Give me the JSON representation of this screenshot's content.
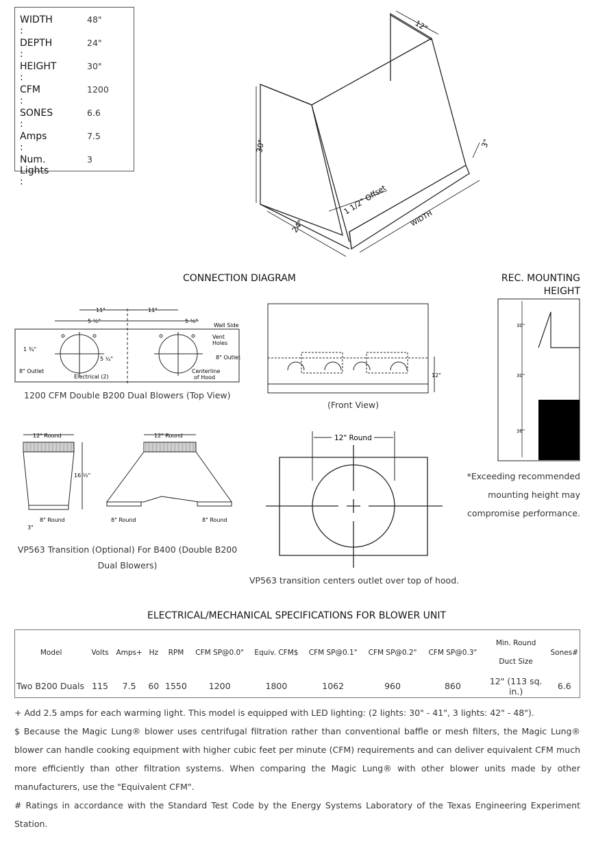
{
  "specs": [
    {
      "label": "WIDTH :",
      "value": "48\""
    },
    {
      "label": "DEPTH :",
      "value": "24\""
    },
    {
      "label": "HEIGHT :",
      "value": "30\""
    },
    {
      "label": "CFM :",
      "value": "1200"
    },
    {
      "label": "SONES :",
      "value": "6.6"
    },
    {
      "label": "Amps :",
      "value": "7.5"
    },
    {
      "label": "Num. Lights :",
      "value": "3"
    }
  ],
  "hood_drawing": {
    "dim_top": "12\"",
    "dim_height": "30\"",
    "dim_depth": "24\"",
    "dim_lip": "3\"",
    "offset": "1 1/2\" Offset",
    "width": "WIDTH"
  },
  "connection_title": "CONNECTION DIAGRAM",
  "mounting_title_1": "REC. MOUNTING",
  "mounting_title_2": "HEIGHT",
  "top_view": {
    "dim_11_a": "11\"",
    "dim_11_b": "11\"",
    "dim_5h_a": "5 ½\"",
    "dim_5h_b": "5 ½\"",
    "wall_side": "Wall Side",
    "dim_1_34": "1 ¾\"",
    "vent_1": "Vent",
    "vent_2": "Holes",
    "outlet_left": "8\" Outlet",
    "outlet_right": "8\" Outlet",
    "dim_5q": "5 ¼\"",
    "electrical": "Electrical (2)",
    "center_1": "Centerline",
    "center_2": "of Hood",
    "caption": "1200 CFM Double B200 Dual Blowers (Top View)"
  },
  "front_view": {
    "dim": "12\"",
    "caption": "(Front View)"
  },
  "mounting": {
    "h1": "30\"",
    "h2": "30\"",
    "h3": "36\""
  },
  "mounting_note": [
    "*Exceeding recommended",
    "mounting height may",
    "compromise performance."
  ],
  "transition": {
    "round_a": "12\" Round",
    "round_b": "12\" Round",
    "dim_16": "16 ½\"",
    "dim_3": "3\"",
    "round8_a": "8\" Round",
    "round8_b": "8\" Round",
    "round8_c": "8\" Round",
    "caption_1": "VP563 Transition (Optional) For B400 (Double B200",
    "caption_2": "Dual Blowers)"
  },
  "outlet_view": {
    "round": "12\" Round",
    "caption": "VP563 transition centers outlet over top of hood."
  },
  "table_title": "ELECTRICAL/MECHANICAL SPECIFICATIONS FOR BLOWER UNIT",
  "table": {
    "headers": [
      "Model",
      "Volts",
      "Amps+",
      "Hz",
      "RPM",
      "CFM SP@0.0\"",
      "Equiv. CFM$",
      "CFM SP@0.1\"",
      "CFM SP@0.2\"",
      "CFM SP@0.3\"",
      "Min. Round",
      "Duct Size",
      "Sones#"
    ],
    "row": [
      "Two B200 Duals",
      "115",
      "7.5",
      "60",
      "1550",
      "1200",
      "1800",
      "1062",
      "960",
      "860",
      "12\" (113 sq. in.)",
      "6.6"
    ]
  },
  "notes": [
    "+ Add 2.5 amps for each warming light. This model is equipped with LED lighting: (2 lights: 30\" - 41\", 3 lights: 42\" - 48\").",
    "$ Because the Magic Lung® blower uses centrifugal filtration rather than conventional baffle or mesh filters, the Magic Lung® blower can handle cooking equipment with higher cubic feet per minute (CFM) requirements and can deliver equivalent CFM much more efficiently than other filtration systems. When comparing the Magic Lung® with other blower units made by other manufacturers, use the \"Equivalent CFM\".",
    "# Ratings in accordance with the Standard Test Code by the Energy Systems Laboratory of the Texas Engineering Experiment Station."
  ]
}
